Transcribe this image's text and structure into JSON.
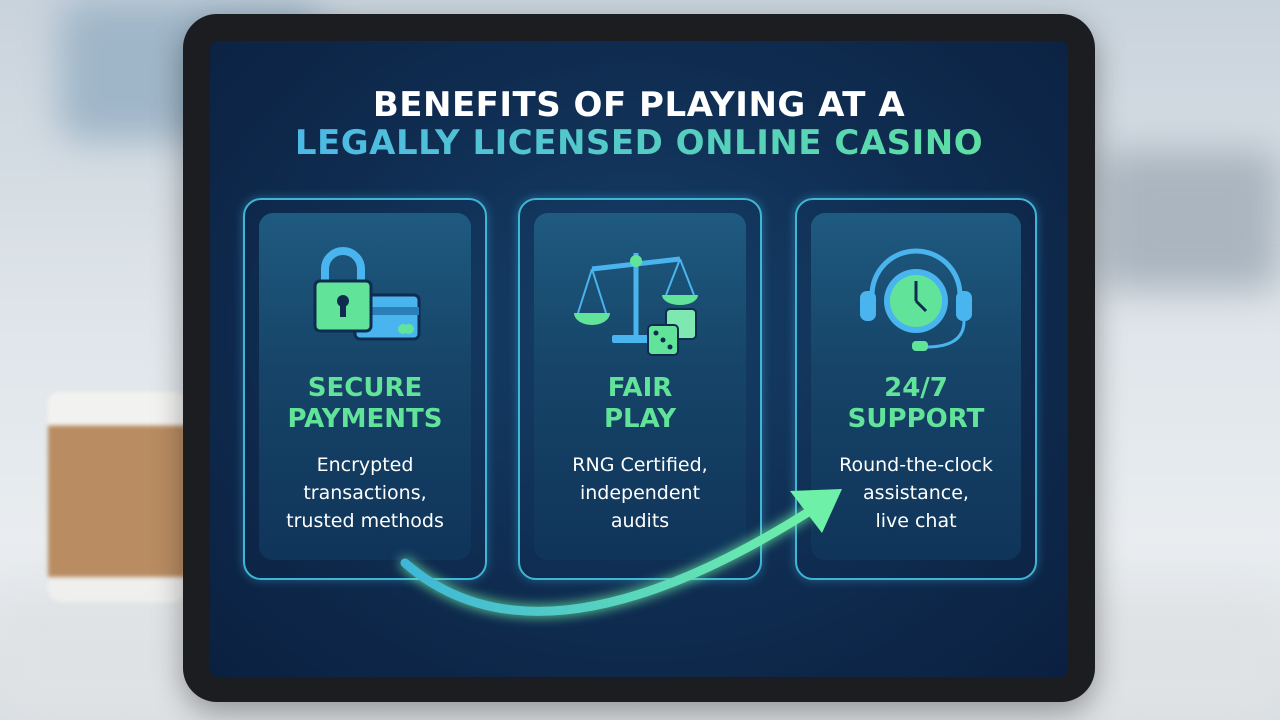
{
  "title": {
    "line1": "BENEFITS OF PLAYING AT A",
    "line2": "LEGALLY LICENSED ONLINE CASINO"
  },
  "cards": [
    {
      "icon": "lock-credit-card-icon",
      "heading1": "SECURE",
      "heading2": "PAYMENTS",
      "desc1": "Encrypted",
      "desc2": "transactions,",
      "desc3": "trusted methods"
    },
    {
      "icon": "scales-dice-icon",
      "heading1": "FAIR",
      "heading2": "PLAY",
      "desc1": "RNG Certified,",
      "desc2": "independent",
      "desc3": "audits"
    },
    {
      "icon": "headset-clock-icon",
      "heading1": "24/7",
      "heading2": "SUPPORT",
      "desc1": "Round-the-clock",
      "desc2": "assistance,",
      "desc3": "live chat"
    }
  ],
  "colors": {
    "accent_green": "#62e39a",
    "accent_blue": "#4ab4ee",
    "screen_bg": "#0f2c50"
  }
}
